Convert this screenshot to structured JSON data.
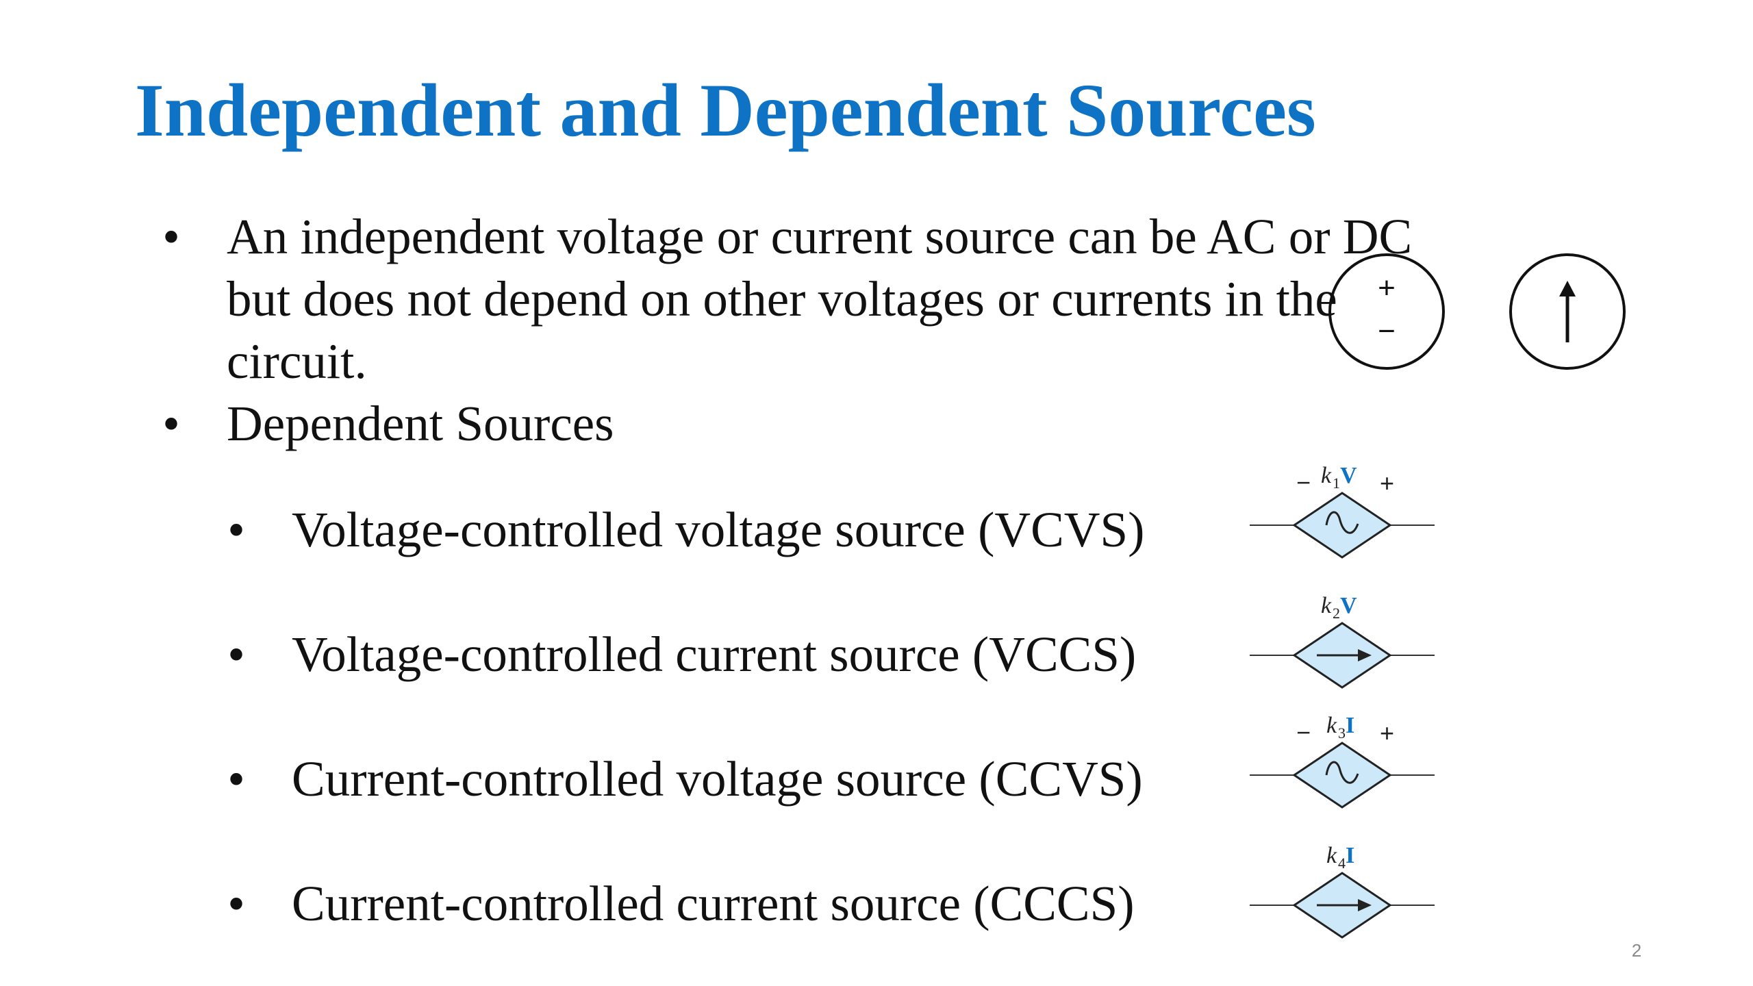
{
  "slide": {
    "title": "Independent and Dependent Sources",
    "page_number": "2",
    "bullets": [
      {
        "text": "An independent voltage or current source can be AC or DC but does not depend on other voltages or currents in the circuit."
      },
      {
        "text": "Dependent Sources"
      }
    ],
    "sub_bullets": [
      {
        "text": "Voltage-controlled voltage source (VCVS)"
      },
      {
        "text": "Voltage-controlled current source (VCCS)"
      },
      {
        "text": "Current-controlled voltage source (CCVS)"
      },
      {
        "text": "Current-controlled current source (CCCS)"
      }
    ],
    "bullet_char": "•"
  },
  "symbols": {
    "independent_voltage": {
      "plus": "+",
      "minus": "−",
      "icon": "independent-voltage-source-icon"
    },
    "independent_current": {
      "icon": "independent-current-source-icon"
    },
    "vcvs": {
      "coef": "k",
      "sub": "1",
      "var": "V",
      "plus": "+",
      "minus": "−",
      "icon": "dependent-voltage-source-icon"
    },
    "vccs": {
      "coef": "k",
      "sub": "2",
      "var": "V",
      "icon": "dependent-current-source-icon"
    },
    "ccvs": {
      "coef": "k",
      "sub": "3",
      "var": "I",
      "plus": "+",
      "minus": "−",
      "icon": "dependent-voltage-source-icon"
    },
    "cccs": {
      "coef": "k",
      "sub": "4",
      "var": "I",
      "icon": "dependent-current-source-icon"
    }
  },
  "colors": {
    "title": "#0e72c5",
    "diamond_fill": "#cde8f8",
    "label_var": "#0e72c5",
    "text": "#111111"
  }
}
